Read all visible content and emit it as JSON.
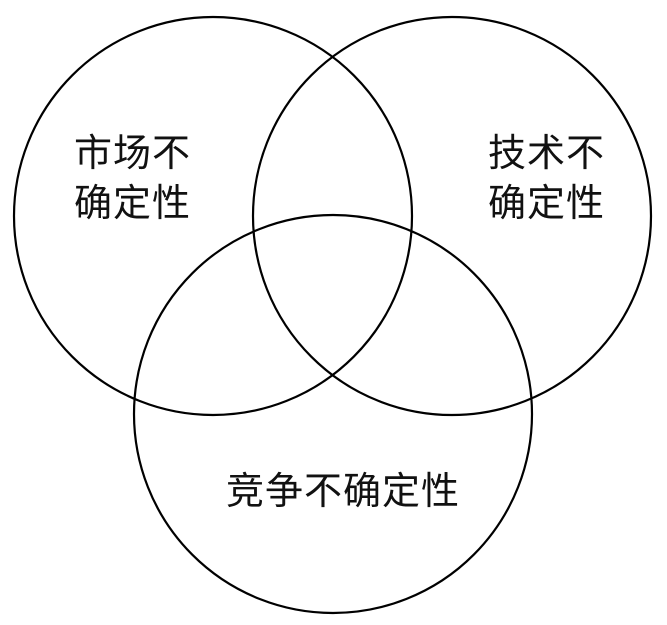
{
  "diagram": {
    "circles": {
      "market": {
        "label_line1": "市场不",
        "label_line2": "确定性"
      },
      "technology": {
        "label_line1": "技术不",
        "label_line2": "确定性"
      },
      "competition": {
        "label": "竞争不确定性"
      }
    },
    "stroke_color": "#000000",
    "background_color": "#ffffff"
  }
}
